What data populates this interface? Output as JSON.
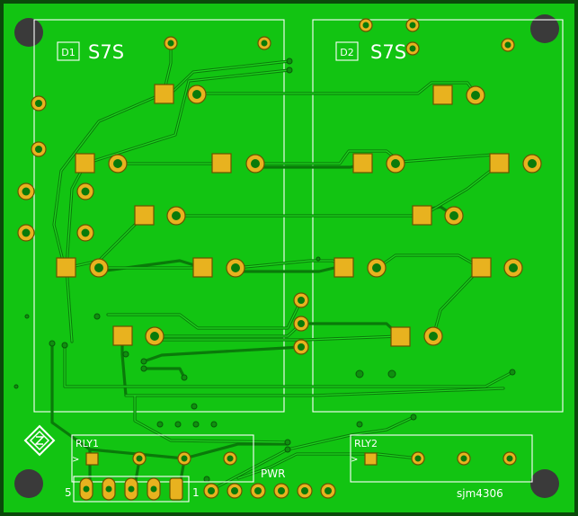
{
  "board": {
    "background": "#12c412",
    "edge": "#0a4a0a",
    "copper_pad": "#e8b21f",
    "silkscreen": "#ffffff"
  },
  "labels": {
    "d1_ref": "D1",
    "d1_value": "S7S",
    "d2_ref": "D2",
    "d2_value": "S7S",
    "rly1": "RLY1",
    "rly2": "RLY2",
    "pwr": "PWR",
    "header_pin5": "5",
    "header_pin1": "1",
    "author": "sjm4306",
    "marker1": ">",
    "marker2": ">"
  },
  "icons": {
    "logo": "pcb-logo-icon"
  }
}
